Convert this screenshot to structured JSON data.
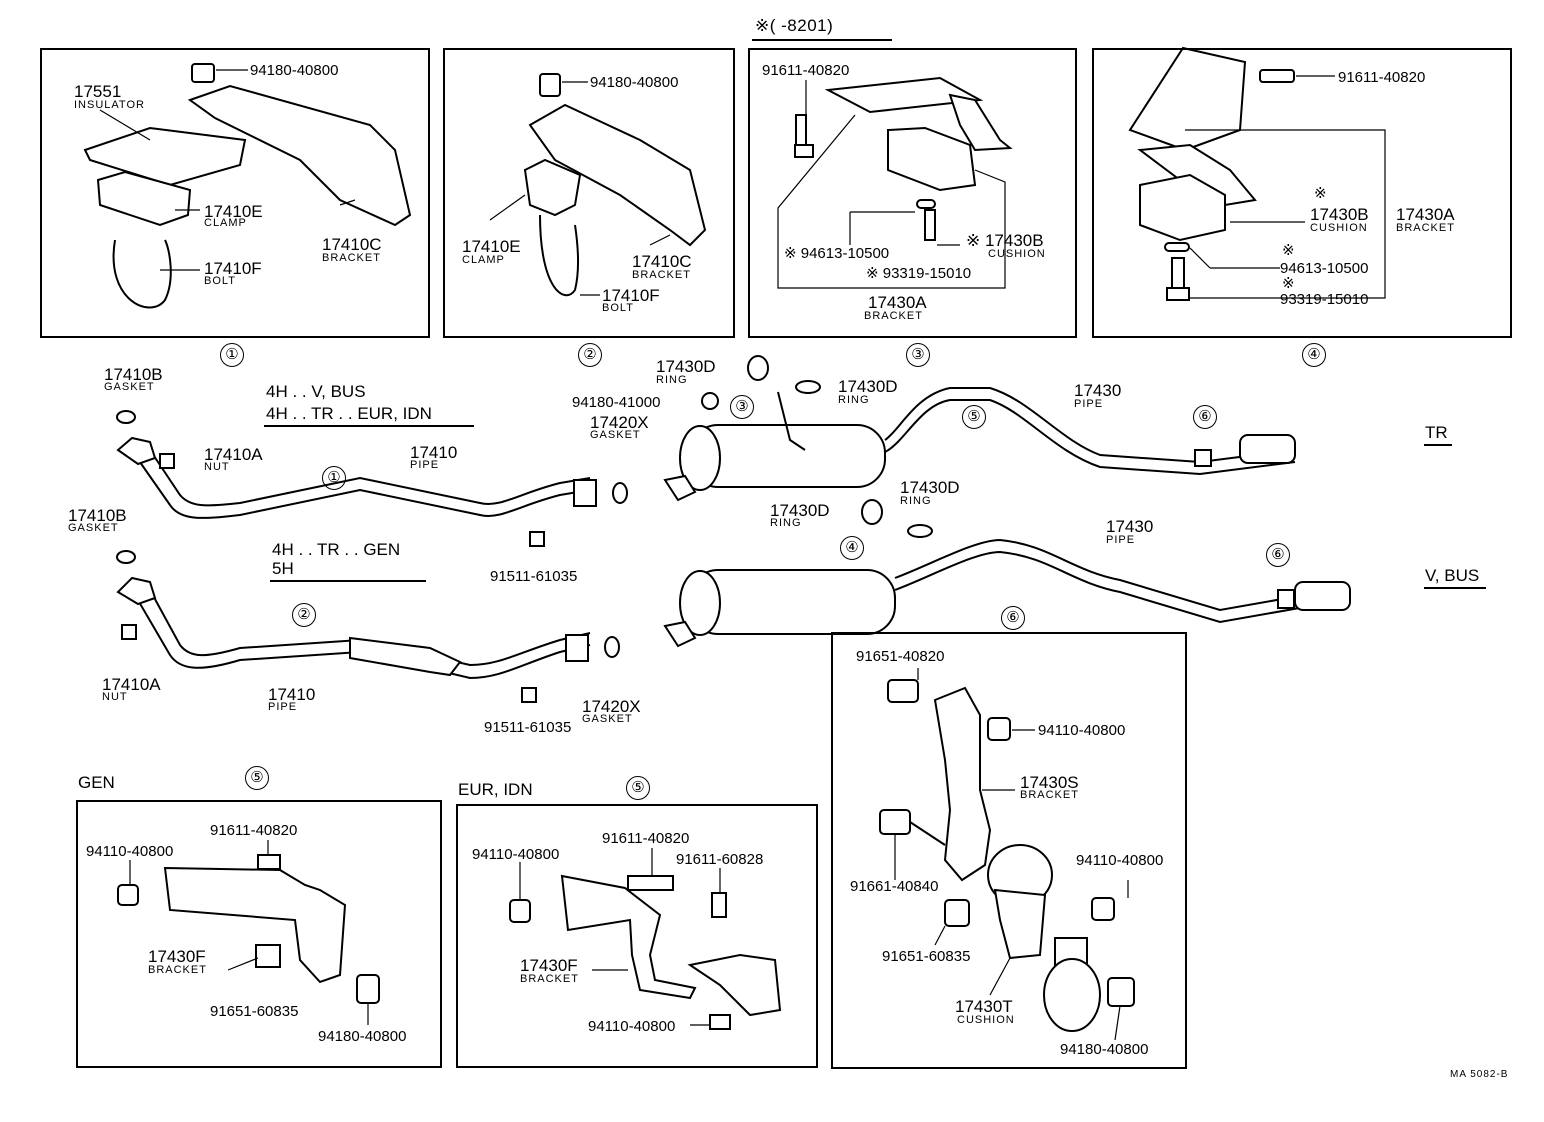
{
  "header": {
    "date_range": "※(    -8201)"
  },
  "footer": {
    "code": "MA 5082-B"
  },
  "sections": {
    "s1": "①",
    "s2": "②",
    "s3": "③",
    "s4": "④",
    "s6a": "⑥",
    "gen": "GEN",
    "gen_num": "⑤",
    "eur": "EUR, IDN",
    "eur_num": "⑤"
  },
  "variants": {
    "v1_line1": "4H . . V, BUS",
    "v1_line2": "4H . . TR . . EUR, IDN",
    "v2_line1": "4H . . TR . . GEN",
    "v2_line2": "5H",
    "tr": "TR",
    "vbus": "V, BUS"
  },
  "parts": {
    "b1_nut": "94180-40800",
    "b1_ins_num": "17551",
    "b1_ins_name": "INSULATOR",
    "b1_clamp_num": "17410E",
    "b1_clamp_name": "CLAMP",
    "b1_bracket_num": "17410C",
    "b1_bracket_name": "BRACKET",
    "b1_bolt_num": "17410F",
    "b1_bolt_name": "BOLT",
    "b2_nut": "94180-40800",
    "b2_clamp_num": "17410E",
    "b2_clamp_name": "CLAMP",
    "b2_bracket_num": "17410C",
    "b2_bracket_name": "BRACKET",
    "b2_bolt_num": "17410F",
    "b2_bolt_name": "BOLT",
    "b3_bolt": "91611-40820",
    "b3_washer": "※ 94613-10500",
    "b3_cushion_num": "※ 17430B",
    "b3_cushion_name": "CUSHION",
    "b3_screw": "※ 93319-15010",
    "b3_bracket_num": "17430A",
    "b3_bracket_name": "BRACKET",
    "b4_bolt": "91611-40820",
    "b4_mark1": "※",
    "b4_cushion_num": "17430B",
    "b4_cushion_name": "CUSHION",
    "b4_bracket_num": "17430A",
    "b4_bracket_name": "BRACKET",
    "b4_mark2": "※",
    "b4_washer": "94613-10500",
    "b4_mark3": "※",
    "b4_screw": "93319-15010",
    "m_gasket1_num": "17410B",
    "m_gasket1_name": "GASKET",
    "m_nut1_num": "17410A",
    "m_nut1_name": "NUT",
    "m_pipe1_num": "17410",
    "m_pipe1_name": "PIPE",
    "m_gasket2_num": "17410B",
    "m_gasket2_name": "GASKET",
    "m_nut2_num": "17410A",
    "m_nut2_name": "NUT",
    "m_pipe2_num": "17410",
    "m_pipe2_name": "PIPE",
    "m_bolt1": "91511-61035",
    "m_bolt2": "91511-61035",
    "m_gx1_num": "17420X",
    "m_gx1_name": "GASKET",
    "m_gx2_num": "17420X",
    "m_gx2_name": "GASKET",
    "m_ring1_num": "17430D",
    "m_ring1_name": "RING",
    "m_nut3": "94180-41000",
    "m_ring2_num": "17430D",
    "m_ring2_name": "RING",
    "m_ring3_num": "17430D",
    "m_ring3_name": "RING",
    "m_ring4_num": "17430D",
    "m_ring4_name": "RING",
    "m_tail1_num": "17430",
    "m_tail1_name": "PIPE",
    "m_tail2_num": "17430",
    "m_tail2_name": "PIPE",
    "g_bolt": "91611-40820",
    "g_nut1": "94110-40800",
    "g_bracket_num": "17430F",
    "g_bracket_name": "BRACKET",
    "g_stud": "91651-60835",
    "g_nut2": "94180-40800",
    "e_nut1": "94110-40800",
    "e_bolt1": "91611-40820",
    "e_bolt2": "91611-60828",
    "e_bracket_num": "17430F",
    "e_bracket_name": "BRACKET",
    "e_nut2": "94110-40800",
    "h_stud1": "91651-40820",
    "h_nut1": "94110-40800",
    "h_bracket_num": "17430S",
    "h_bracket_name": "BRACKET",
    "h_stud2": "91661-40840",
    "h_nut2": "94110-40800",
    "h_stud3": "91651-60835",
    "h_cushion_num": "17430T",
    "h_cushion_name": "CUSHION",
    "h_nut3": "94180-40800"
  },
  "callouts": {
    "c3": "③",
    "c4": "④",
    "c5a": "⑤",
    "c6a": "⑥",
    "c6b": "⑥",
    "c1": "①",
    "c2": "②",
    "c6box": "⑥"
  }
}
